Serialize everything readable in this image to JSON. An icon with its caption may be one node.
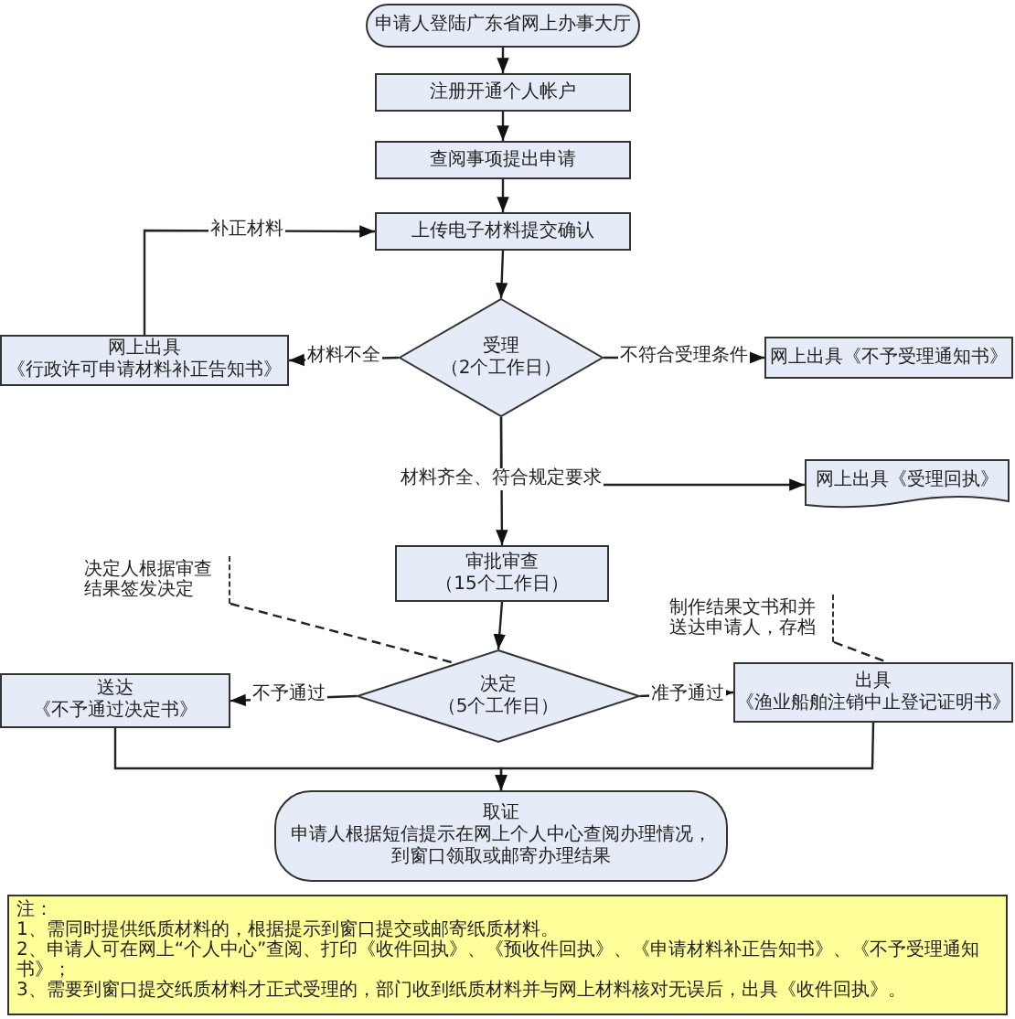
{
  "diagram": {
    "nodes": [
      {
        "text": [
          "申请人登陆广东省网上办事大厅"
        ]
      },
      {
        "text": [
          "注册开通个人帐户"
        ]
      },
      {
        "text": [
          "查阅事项提出申请"
        ]
      },
      {
        "text": [
          "上传电子材料提交确认"
        ]
      },
      {
        "text": [
          "受理",
          "（2个工作日）"
        ]
      },
      {
        "text": [
          "网上出具",
          "《行政许可申请材料补正告知书》"
        ]
      },
      {
        "text": [
          "网上出具《不予受理通知书》"
        ]
      },
      {
        "text": [
          "网上出具《受理回执》"
        ]
      },
      {
        "text": [
          "审批审查",
          "（15个工作日）"
        ]
      },
      {
        "text": [
          "决定",
          "（5个工作日）"
        ]
      },
      {
        "text": [
          "送达",
          "《不予通过决定书》"
        ]
      },
      {
        "text": [
          "出具",
          "《渔业船舶注销中止登记证明书》"
        ]
      },
      {
        "text": [
          "取证",
          "申请人根据短信提示在网上个人中心查阅办理情况，到窗口领取或邮寄办理结果"
        ]
      },
      {
        "text": [
          "决定人根据审查结果签发决定"
        ]
      },
      {
        "text": [
          "制作结果文书和并送达申请人，存档"
        ]
      },
      {
        "text": [
          "注：",
          "1、需同时提供纸质材料的，根据提示到窗口提交或邮寄纸质材料。",
          "2、申请人可在网上“个人中心”查阅、打印《收件回执》、《预收件回执》、《申请材料补正告知书》、《不予受理通知书》；",
          "3、需要到窗口提交纸质材料才正式受理的，部门收到纸质材料并与网上材料核对无误后，出具《收件回执》。"
        ]
      }
    ],
    "edges": [
      {
        "from": 0,
        "to": 1,
        "arrow": "to"
      },
      {
        "from": 1,
        "to": 2,
        "arrow": "to"
      },
      {
        "from": 2,
        "to": 3,
        "arrow": "to"
      },
      {
        "from": 3,
        "to": 4,
        "arrow": "to"
      },
      {
        "from": 4,
        "to": 5,
        "arrow": "to",
        "label": "材料不全"
      },
      {
        "from": 4,
        "to": 6,
        "arrow": "to",
        "label": "不符合受理条件"
      },
      {
        "from": 4,
        "to": 7,
        "arrow": "to",
        "label": "材料齐全、符合规定要求"
      },
      {
        "from": 4,
        "to": 8,
        "arrow": "to"
      },
      {
        "from": 5,
        "to": 3,
        "arrow": "to",
        "label": "补正材料"
      },
      {
        "from": 8,
        "to": 9,
        "arrow": "to"
      },
      {
        "from": 9,
        "to": 10,
        "arrow": "to",
        "label": "不予通过"
      },
      {
        "from": 9,
        "to": 11,
        "arrow": "to",
        "label": "准予通过"
      },
      {
        "from": 10,
        "to": 12,
        "arrow": "to"
      },
      {
        "from": 11,
        "to": 12,
        "arrow": "to"
      },
      {
        "from": 13,
        "to": 9,
        "arrow": "none",
        "style": "dashed"
      },
      {
        "from": 14,
        "to": 11,
        "arrow": "none",
        "style": "dashed"
      }
    ]
  }
}
